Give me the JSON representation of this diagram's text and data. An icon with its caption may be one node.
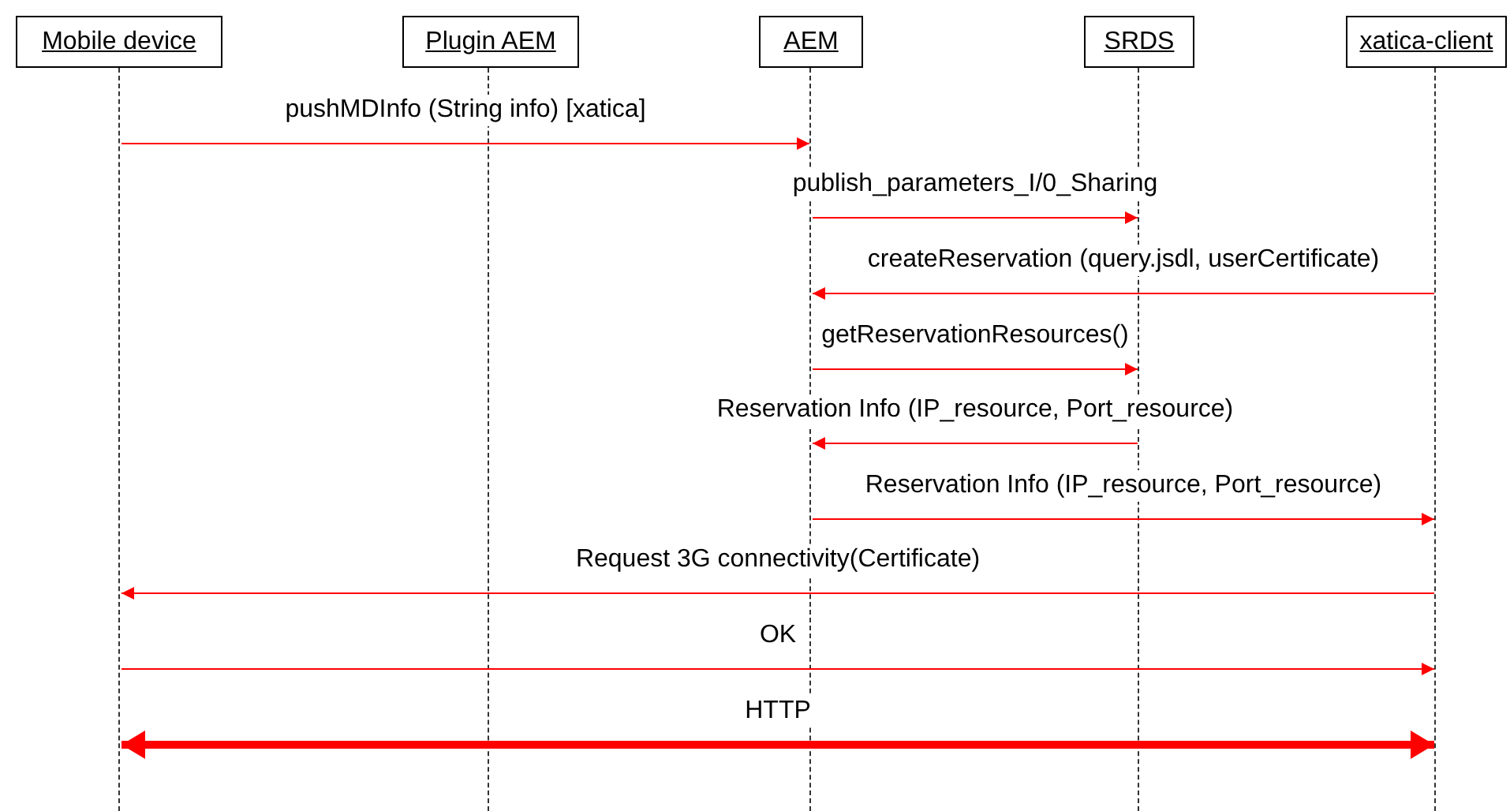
{
  "diagram": {
    "nodes": [
      {
        "text": [
          "Mobile device"
        ]
      },
      {
        "text": [
          "Plugin AEM"
        ]
      },
      {
        "text": [
          "AEM"
        ]
      },
      {
        "text": [
          "SRDS"
        ]
      },
      {
        "text": [
          "xatica-client"
        ]
      },
      {
        "text": [],
        "shape": "line"
      },
      {
        "text": [],
        "shape": "line"
      },
      {
        "text": [],
        "shape": "line"
      },
      {
        "text": [],
        "shape": "line"
      },
      {
        "text": [],
        "shape": "line"
      }
    ],
    "edges": [
      {
        "from": 5,
        "to": 7,
        "arrow": "to",
        "label": "pushMDInfo (String info) [xatica]"
      },
      {
        "from": 7,
        "to": 8,
        "arrow": "to",
        "label": "publish_parameters_I/0_Sharing"
      },
      {
        "from": 9,
        "to": 7,
        "arrow": "to",
        "label": "createReservation (query.jsdl, userCertificate)"
      },
      {
        "from": 7,
        "to": 8,
        "arrow": "to",
        "label": "getReservationResources()"
      },
      {
        "from": 8,
        "to": 7,
        "arrow": "to",
        "label": "Reservation Info (IP_resource, Port_resource)"
      },
      {
        "from": 7,
        "to": 9,
        "arrow": "to",
        "label": "Reservation Info (IP_resource, Port_resource)"
      },
      {
        "from": 9,
        "to": 5,
        "arrow": "to",
        "label": "Request 3G connectivity(Certificate)"
      },
      {
        "from": 5,
        "to": 9,
        "arrow": "to",
        "label": "OK"
      },
      {
        "from": 5,
        "to": 9,
        "arrow": "both",
        "label": "HTTP",
        "style": "thick"
      }
    ]
  }
}
